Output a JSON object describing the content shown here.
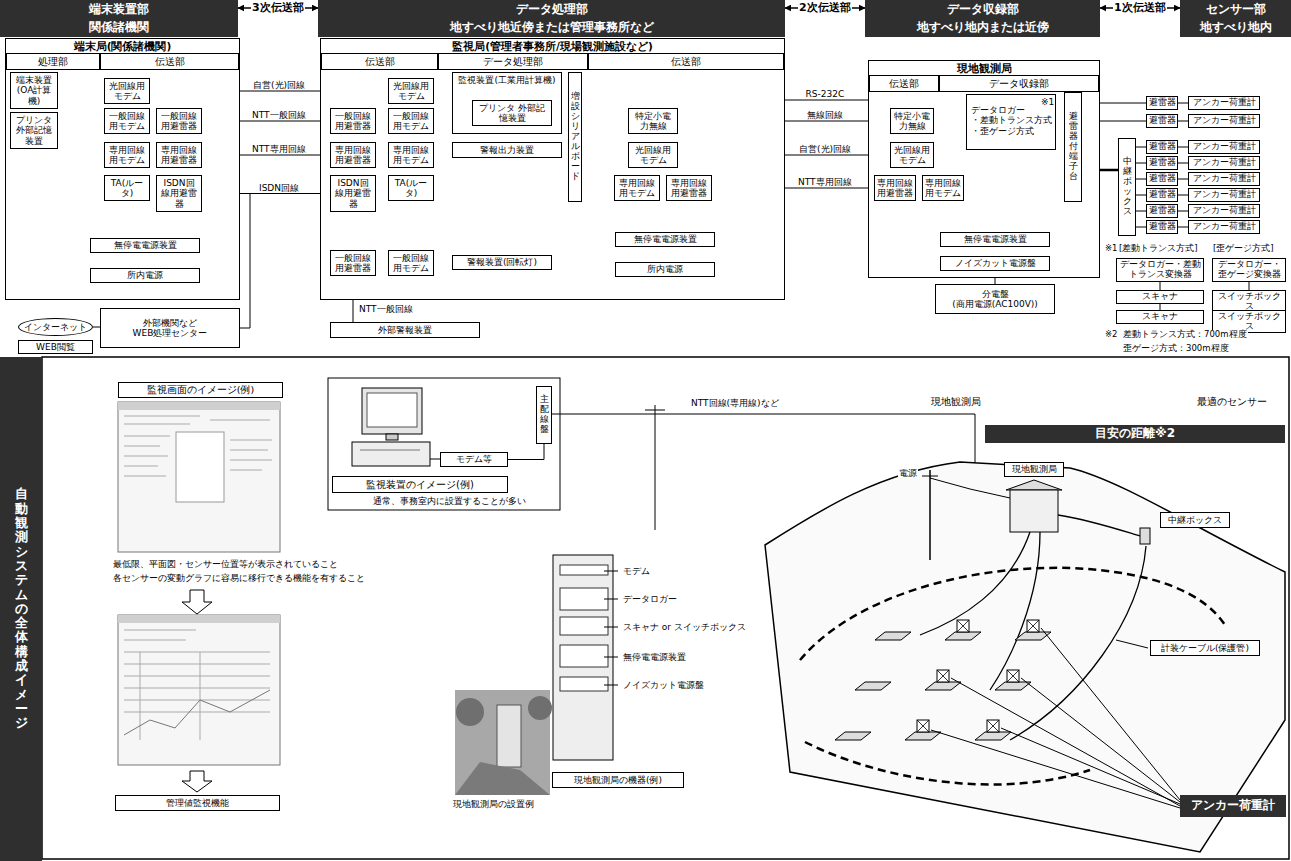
{
  "diagram": {
    "nodes": [
      {
        "text": [
          "端末装置部"
        ]
      },
      {
        "text": [
          "関係諸機関"
        ]
      },
      {
        "text": [
          "データ処理部"
        ]
      },
      {
        "text": [
          "地すべり地近傍または管理事務所など"
        ]
      },
      {
        "text": [
          "データ収録部"
        ]
      },
      {
        "text": [
          "地すべり地内または近傍"
        ]
      },
      {
        "text": [
          "センサー部"
        ]
      },
      {
        "text": [
          "地すべり地内"
        ]
      },
      {
        "text": [
          "端末局(関係諸機関)"
        ]
      },
      {
        "text": [
          "処理部"
        ],
        "in": 8
      },
      {
        "text": [
          "伝送部"
        ],
        "in": 8
      },
      {
        "text": [
          "端末装置(OA計算機)"
        ],
        "in": 8
      },
      {
        "text": [
          "光回線用モデム"
        ],
        "in": 8
      },
      {
        "text": [
          "プリンタ 外部記憶装置"
        ],
        "in": 8
      },
      {
        "text": [
          "一般回線用モデム"
        ],
        "in": 8
      },
      {
        "text": [
          "一般回線用避雷器"
        ],
        "in": 8
      },
      {
        "text": [
          "専用回線用モデム"
        ],
        "in": 8
      },
      {
        "text": [
          "専用回線用避雷器"
        ],
        "in": 8
      },
      {
        "text": [
          "TA(ルータ)"
        ],
        "in": 8
      },
      {
        "text": [
          "ISDN回線用避雷器"
        ],
        "in": 8
      },
      {
        "text": [
          "無停電電源装置"
        ],
        "in": 8
      },
      {
        "text": [
          "所内電源"
        ],
        "in": 8
      },
      {
        "text": [
          "インターネット"
        ]
      },
      {
        "text": [
          "WEB閲覧"
        ]
      },
      {
        "text": [
          "外部機関など",
          "WEB処理センター"
        ]
      },
      {
        "text": [
          "監視局(管理者事務所/現場観測施設など)"
        ]
      },
      {
        "text": [
          "伝送部"
        ],
        "in": 25
      },
      {
        "text": [
          "データ処理部"
        ],
        "in": 25
      },
      {
        "text": [
          "伝送部"
        ],
        "in": 25
      },
      {
        "text": [
          "光回線用モデム"
        ],
        "in": 25
      },
      {
        "text": [
          "一般回線用避雷器"
        ],
        "in": 25
      },
      {
        "text": [
          "一般回線用モデム"
        ],
        "in": 25
      },
      {
        "text": [
          "専用回線用避雷器"
        ],
        "in": 25
      },
      {
        "text": [
          "専用回線用モデム"
        ],
        "in": 25
      },
      {
        "text": [
          "ISDN回線用避雷器"
        ],
        "in": 25
      },
      {
        "text": [
          "TA(ルータ)"
        ],
        "in": 25
      },
      {
        "text": [
          "監視装置(工業用計算機)"
        ],
        "in": 25
      },
      {
        "text": [
          "プリンタ 外部記憶装置"
        ],
        "in": 36
      },
      {
        "text": [
          "警報出力装置"
        ],
        "in": 25
      },
      {
        "text": [
          "増設シリアルボード"
        ],
        "in": 25
      },
      {
        "text": [
          "特定小電力無線"
        ],
        "in": 25
      },
      {
        "text": [
          "光回線用モデム"
        ],
        "in": 25
      },
      {
        "text": [
          "専用回線用モデム"
        ],
        "in": 25
      },
      {
        "text": [
          "専用回線用避雷器"
        ],
        "in": 25
      },
      {
        "text": [
          "無停電電源装置"
        ],
        "in": 25
      },
      {
        "text": [
          "所内電源"
        ],
        "in": 25
      },
      {
        "text": [
          "一般回線用避雷器"
        ],
        "in": 25
      },
      {
        "text": [
          "一般回線用モデム"
        ],
        "in": 25
      },
      {
        "text": [
          "警報装置(回転灯)"
        ],
        "in": 25
      },
      {
        "text": [
          "外部警報装置"
        ]
      },
      {
        "text": [
          "現地観測局"
        ]
      },
      {
        "text": [
          "伝送部"
        ],
        "in": 50
      },
      {
        "text": [
          "データ収録部"
        ],
        "in": 50
      },
      {
        "text": [
          "特定小電力無線"
        ],
        "in": 50
      },
      {
        "text": [
          "光回線用モデム"
        ],
        "in": 50
      },
      {
        "text": [
          "専用回線用避雷器"
        ],
        "in": 50
      },
      {
        "text": [
          "専用回線用モデム"
        ],
        "in": 50
      },
      {
        "text": [
          "データロガー",
          "・差動トランス方式",
          "・歪ゲージ方式"
        ],
        "in": 50
      },
      {
        "text": [
          "避雷器付端子台"
        ],
        "in": 50
      },
      {
        "text": [
          "無停電電源装置"
        ],
        "in": 50
      },
      {
        "text": [
          "ノイズカット電源盤"
        ],
        "in": 50
      },
      {
        "text": [
          "分電盤",
          "(商用電源(AC100V))"
        ]
      },
      {
        "text": [
          "中継ボックス"
        ]
      },
      {
        "text": [
          "避雷器"
        ]
      },
      {
        "text": [
          "アンカー荷重計"
        ]
      },
      {
        "text": [
          "避雷器"
        ]
      },
      {
        "text": [
          "アンカー荷重計"
        ]
      },
      {
        "text": [
          "避雷器"
        ]
      },
      {
        "text": [
          "アンカー荷重計"
        ]
      },
      {
        "text": [
          "避雷器"
        ]
      },
      {
        "text": [
          "アンカー荷重計"
        ]
      },
      {
        "text": [
          "避雷器"
        ]
      },
      {
        "text": [
          "アンカー荷重計"
        ]
      },
      {
        "text": [
          "避雷器"
        ]
      },
      {
        "text": [
          "アンカー荷重計"
        ]
      },
      {
        "text": [
          "避雷器"
        ]
      },
      {
        "text": [
          "アンカー荷重計"
        ]
      },
      {
        "text": [
          "避雷器"
        ]
      },
      {
        "text": [
          "アンカー荷重計"
        ]
      },
      {
        "text": [
          "データロガー・差動トランス変換器"
        ]
      },
      {
        "text": [
          "スキャナ"
        ]
      },
      {
        "text": [
          "スキャナ"
        ]
      },
      {
        "text": [
          "データロガー・歪ゲージ変換器"
        ]
      },
      {
        "text": [
          "スイッチボックス"
        ]
      },
      {
        "text": [
          "スイッチボックス"
        ]
      },
      {
        "text": [
          "自動観測システムの全体構成イメージ"
        ]
      },
      {
        "text": [
          "監視画面のイメージ(例)"
        ]
      },
      {
        "text": [
          "管理値監視機能"
        ]
      },
      {
        "text": [
          "監視装置のイメージ(例)"
        ]
      },
      {
        "text": [
          "モデム等"
        ]
      },
      {
        "text": [
          "主配線盤"
        ]
      },
      {
        "text": [
          "現地観測局の機器(例)"
        ]
      },
      {
        "text": [
          "目安の距離※2"
        ]
      },
      {
        "text": [
          "現地観測局"
        ]
      },
      {
        "text": [
          "中継ボックス"
        ]
      },
      {
        "text": [
          "計装ケーブル(保護管)"
        ]
      },
      {
        "text": [
          "アンカー荷重計"
        ]
      }
    ],
    "edges": [
      {
        "from": 0,
        "to": 2,
        "arrow": "both",
        "label": "3次伝送部"
      },
      {
        "from": 2,
        "to": 4,
        "arrow": "both",
        "label": "2次伝送部"
      },
      {
        "from": 4,
        "to": 6,
        "arrow": "both",
        "label": "1次伝送部"
      },
      {
        "from": 11,
        "to": 12,
        "arrow": "none"
      },
      {
        "from": 11,
        "to": 13,
        "arrow": "none"
      },
      {
        "from": 11,
        "to": 14,
        "arrow": "none"
      },
      {
        "from": 11,
        "to": 16,
        "arrow": "none"
      },
      {
        "from": 11,
        "to": 18,
        "arrow": "none"
      },
      {
        "from": 14,
        "to": 15,
        "arrow": "none"
      },
      {
        "from": 16,
        "to": 17,
        "arrow": "none"
      },
      {
        "from": 18,
        "to": 19,
        "arrow": "none"
      },
      {
        "from": 21,
        "to": 20,
        "arrow": "to"
      },
      {
        "from": 12,
        "to": 29,
        "arrow": "none",
        "label": "自営(光)回線"
      },
      {
        "from": 15,
        "to": 30,
        "arrow": "none",
        "label": "NTT一般回線"
      },
      {
        "from": 17,
        "to": 32,
        "arrow": "none",
        "label": "NTT専用回線"
      },
      {
        "from": 19,
        "to": 34,
        "arrow": "none",
        "label": "ISDN回線"
      },
      {
        "from": 22,
        "to": 24,
        "arrow": "none"
      },
      {
        "from": 24,
        "to": 34,
        "arrow": "none"
      },
      {
        "from": 30,
        "to": 31,
        "arrow": "none"
      },
      {
        "from": 32,
        "to": 33,
        "arrow": "none"
      },
      {
        "from": 34,
        "to": 35,
        "arrow": "none"
      },
      {
        "from": 36,
        "to": 29,
        "arrow": "none"
      },
      {
        "from": 36,
        "to": 31,
        "arrow": "none"
      },
      {
        "from": 36,
        "to": 33,
        "arrow": "none"
      },
      {
        "from": 36,
        "to": 35,
        "arrow": "none"
      },
      {
        "from": 36,
        "to": 38,
        "arrow": "none"
      },
      {
        "from": 38,
        "to": 48,
        "arrow": "none"
      },
      {
        "from": 36,
        "to": 39,
        "arrow": "none"
      },
      {
        "from": 39,
        "to": 40,
        "arrow": "none"
      },
      {
        "from": 39,
        "to": 41,
        "arrow": "none"
      },
      {
        "from": 39,
        "to": 42,
        "arrow": "none"
      },
      {
        "from": 42,
        "to": 43,
        "arrow": "none"
      },
      {
        "from": 45,
        "to": 44,
        "arrow": "to"
      },
      {
        "from": 46,
        "to": 47,
        "arrow": "none"
      },
      {
        "from": 47,
        "to": 48,
        "arrow": "none"
      },
      {
        "from": 46,
        "to": 49,
        "arrow": "none",
        "label": "NTT一般回線"
      },
      {
        "from": 39,
        "to": 57,
        "arrow": "none",
        "label": "RS-232C"
      },
      {
        "from": 40,
        "to": 53,
        "arrow": "none",
        "label": "無線回線"
      },
      {
        "from": 41,
        "to": 54,
        "arrow": "none",
        "label": "自営(光)回線"
      },
      {
        "from": 43,
        "to": 55,
        "arrow": "none",
        "label": "NTT専用回線"
      },
      {
        "from": 55,
        "to": 56,
        "arrow": "none"
      },
      {
        "from": 53,
        "to": 57,
        "arrow": "none"
      },
      {
        "from": 54,
        "to": 57,
        "arrow": "none"
      },
      {
        "from": 56,
        "to": 57,
        "arrow": "none"
      },
      {
        "from": 57,
        "to": 58,
        "arrow": "none"
      },
      {
        "from": 61,
        "to": 60,
        "arrow": "to"
      },
      {
        "from": 60,
        "to": 59,
        "arrow": "to"
      },
      {
        "from": 58,
        "to": 63,
        "arrow": "none"
      },
      {
        "from": 58,
        "to": 65,
        "arrow": "none"
      },
      {
        "from": 58,
        "to": 62,
        "arrow": "none"
      },
      {
        "from": 62,
        "to": 67,
        "arrow": "none"
      },
      {
        "from": 62,
        "to": 69,
        "arrow": "none"
      },
      {
        "from": 62,
        "to": 71,
        "arrow": "none"
      },
      {
        "from": 62,
        "to": 73,
        "arrow": "none"
      },
      {
        "from": 62,
        "to": 75,
        "arrow": "none"
      },
      {
        "from": 62,
        "to": 77,
        "arrow": "none"
      },
      {
        "from": 63,
        "to": 64,
        "arrow": "none"
      },
      {
        "from": 65,
        "to": 66,
        "arrow": "none"
      },
      {
        "from": 67,
        "to": 68,
        "arrow": "none"
      },
      {
        "from": 69,
        "to": 70,
        "arrow": "none"
      },
      {
        "from": 71,
        "to": 72,
        "arrow": "none"
      },
      {
        "from": 73,
        "to": 74,
        "arrow": "none"
      },
      {
        "from": 75,
        "to": 76,
        "arrow": "none"
      },
      {
        "from": 77,
        "to": 78,
        "arrow": "none"
      },
      {
        "from": 79,
        "to": 80,
        "arrow": "none"
      },
      {
        "from": 80,
        "to": 81,
        "arrow": "none"
      },
      {
        "from": 82,
        "to": 83,
        "arrow": "none"
      },
      {
        "from": 83,
        "to": 84,
        "arrow": "none"
      },
      {
        "from": 89,
        "to": 90,
        "arrow": "none"
      }
    ],
    "labels": [
      "※1",
      "※1",
      "[差動トランス方式]",
      "[歪ゲージ方式]",
      "※2",
      "差動トランス方式：700m程度",
      "歪ゲージ方式：300m程度",
      "最低限、平面図・センサー位置等が表示されていること",
      "各センサーの変動グラフに容易に移行できる機能を有すること",
      "通常、事務室内に設置することが多い",
      "NTT回線(専用線)など",
      "モデム",
      "データロガー",
      "スキャナ or スイッチボックス",
      "無停電電源装置",
      "ノイズカット電源盤",
      "現地観測局の設置例",
      "現地観測局",
      "最適のセンサー",
      "電源"
    ]
  }
}
